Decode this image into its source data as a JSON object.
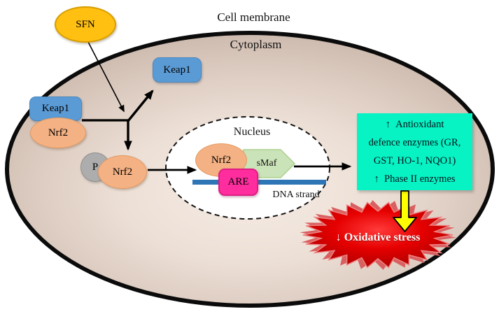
{
  "labels": {
    "cell_membrane": "Cell membrane",
    "cytoplasm": "Cytoplasm",
    "nucleus": "Nucleus",
    "dna_strand": "DNA strand"
  },
  "molecules": {
    "sfn": "SFN",
    "keap1_bound": "Keap1",
    "keap1_released": "Keap1",
    "nrf2_bound": "Nrf2",
    "phosphate": "P",
    "nrf2_phosphorylated": "Nrf2",
    "nrf2_nuclear": "Nrf2",
    "smaf": "sMaf",
    "are": "ARE"
  },
  "outcome_box": {
    "lines": [
      "↑  Antioxidant",
      "defence enzymes (GR,",
      "GST, HO-1, NQO1)",
      "↑  Phase II enzymes"
    ]
  },
  "starburst": {
    "label": "↓ Oxidative stress"
  },
  "colors": {
    "sfn": "#ffc012",
    "sfn_border": "#d89e00",
    "keap1": "#5b9bd5",
    "keap1_border": "#4a88bf",
    "nrf2": "#f4b183",
    "nrf2_border": "#e39b63",
    "phosphate": "#adadad",
    "phosphate_border": "#8f8f8f",
    "smaf": "#cbe3b8",
    "smaf_border": "#a9d18e",
    "are": "#ff2d9d",
    "are_border": "#df1d84",
    "dna": "#2e75b6",
    "outcome_bg": "#07f3c4",
    "star_red": "#e60000",
    "arrow_yellow": "#ffff00",
    "arrow_black": "#000000"
  }
}
